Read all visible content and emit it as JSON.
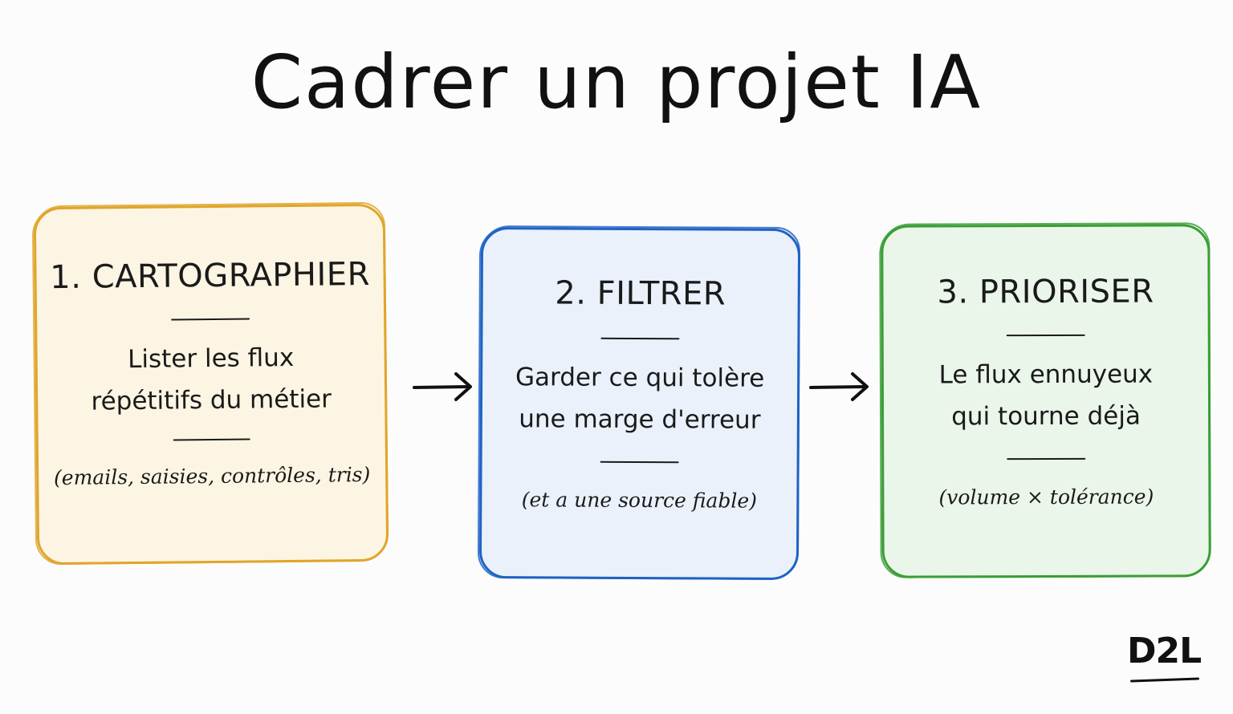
{
  "title": "Cadrer un projet IA",
  "steps": [
    {
      "title": "1. CARTOGRAPHIER",
      "desc_line1": "Lister les flux",
      "desc_line2": "répétitifs du métier",
      "note": "(emails, saisies, contrôles, tris)",
      "border_color": "#e0a52a",
      "fill_color": "#fcf5e3"
    },
    {
      "title": "2. FILTRER",
      "desc_line1": "Garder ce qui tolère",
      "desc_line2": "une marge d'erreur",
      "note": "(et a une source fiable)",
      "border_color": "#1f63c4",
      "fill_color": "#eaf1fb"
    },
    {
      "title": "3. PRIORISER",
      "desc_line1": "Le flux ennuyeux",
      "desc_line2": "qui tourne déjà",
      "note": "(volume × tolérance)",
      "border_color": "#3a9e35",
      "fill_color": "#ebf6ea"
    }
  ],
  "arrow_icon": "arrow-right-icon",
  "logo": "D2L"
}
